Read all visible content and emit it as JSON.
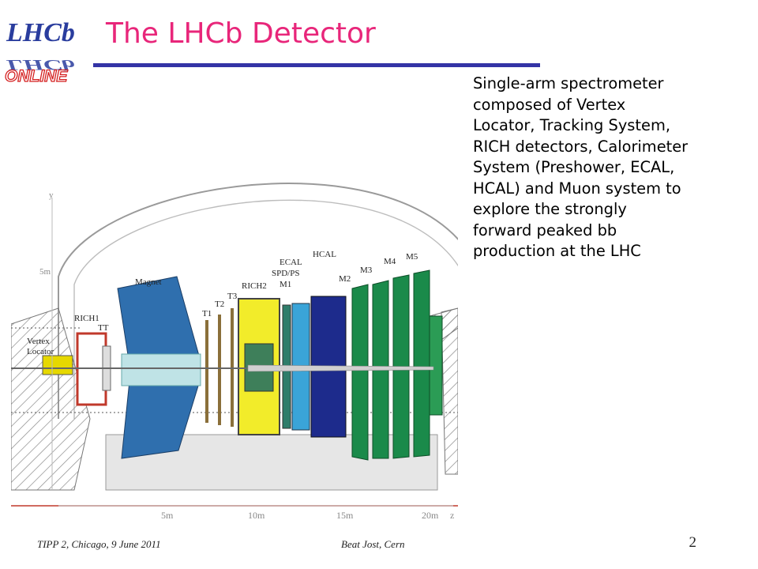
{
  "slide": {
    "logo": {
      "top_text": "LHCb",
      "bottom_text": "ONLINE"
    },
    "title": "The LHCb Detector",
    "description": "Single-arm spectrometer\ncomposed of Vertex\nLocator, Tracking System,\nRICH detectors, Calorimeter\nSystem (Preshower, ECAL,\nHCAL) and Muon system to\nexplore the strongly\nforward peaked bb\nproduction at the LHC"
  },
  "diagram": {
    "labels": {
      "y_axis": "y",
      "y_5m": "5m",
      "z_axis": "z",
      "magnet": "Magnet",
      "rich1": "RICH1",
      "tt": "TT",
      "vertex_line1": "Vertex",
      "vertex_line2": "Locator",
      "t1": "T1",
      "t2": "T2",
      "t3": "T3",
      "rich2": "RICH2",
      "ecal": "ECAL",
      "spd_ps": "SPD/PS",
      "m1": "M1",
      "hcal": "HCAL",
      "m2": "M2",
      "m3": "M3",
      "m4": "M4",
      "m5": "M5"
    },
    "z_ticks": [
      "5m",
      "10m",
      "15m",
      "20m"
    ],
    "colors": {
      "magnet": "#2f6fae",
      "rich2": "#f2ec2a",
      "ecal": "#3aa4d8",
      "hcal": "#1d2b8c",
      "muon": "#1a8a4a",
      "rich1": "#c0392b",
      "velo": "#e6d800"
    }
  },
  "footer": {
    "conference": "TIPP 2, Chicago, 9 June 2011",
    "author": "Beat Jost, Cern",
    "page": "2"
  }
}
